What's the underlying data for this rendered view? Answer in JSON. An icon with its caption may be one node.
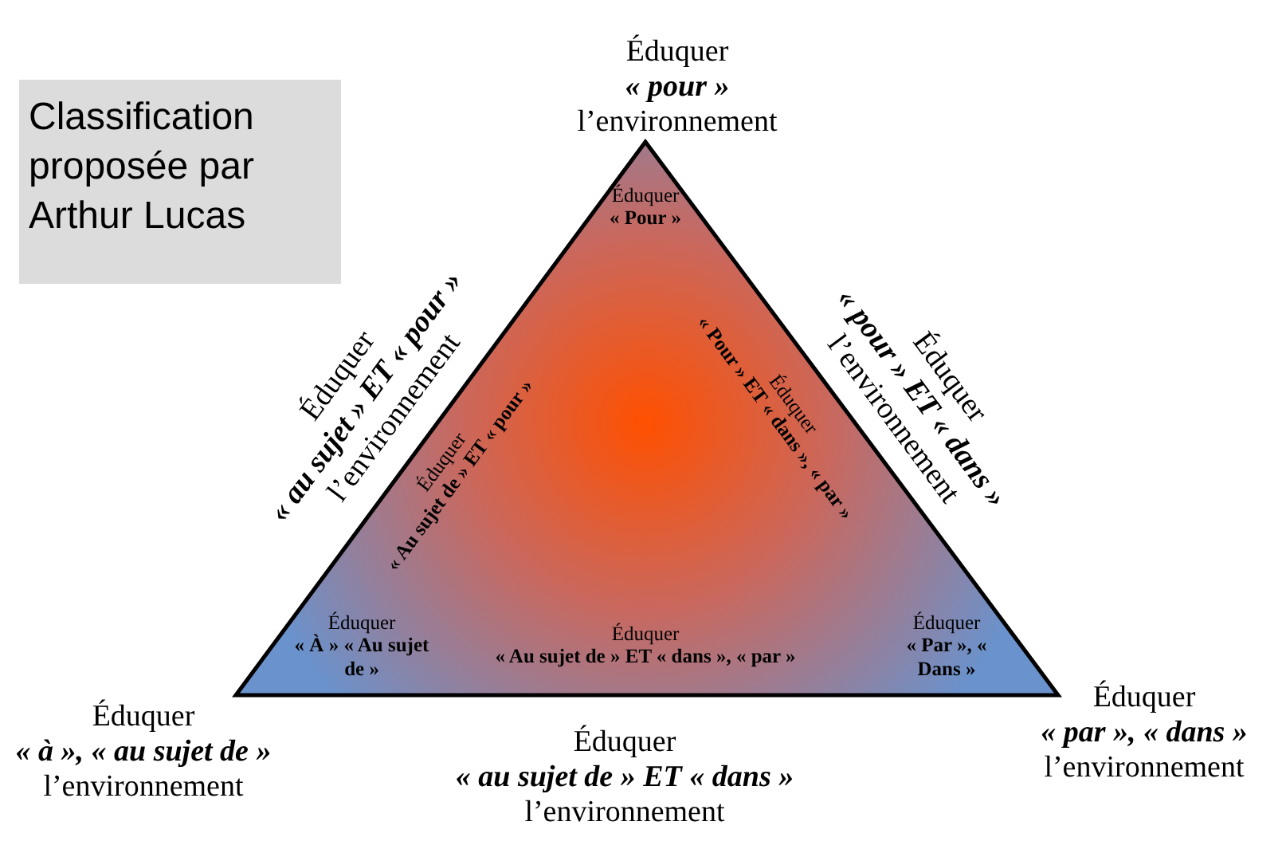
{
  "diagram": {
    "nodes": [
      {
        "text": [
          "Classification proposée par Arthur Lucas"
        ]
      },
      {
        "text": [
          "Éduquer **« Pour »**",
          "Éduquer **« Au sujet de » ET « pour »**",
          "Éduquer **« Pour » ET « dans », « par »**",
          "Éduquer **« À » « Au sujet de »**",
          "Éduquer **« Au sujet de » ET « dans », « par »**",
          "Éduquer **« Par », « Dans »**"
        ]
      }
    ],
    "labels": [
      "Éduquer **« pour »** l’environnement",
      "Éduquer **« au sujet » ET « pour »** l’environnement",
      "Éduquer **« pour » ET « dans »** l’environnement",
      "Éduquer **« à », « au sujet de »** l’environnement",
      "Éduquer **« au sujet de » ET « dans »** l’environnement",
      "Éduquer **« par », « dans »** l’environnement"
    ]
  }
}
